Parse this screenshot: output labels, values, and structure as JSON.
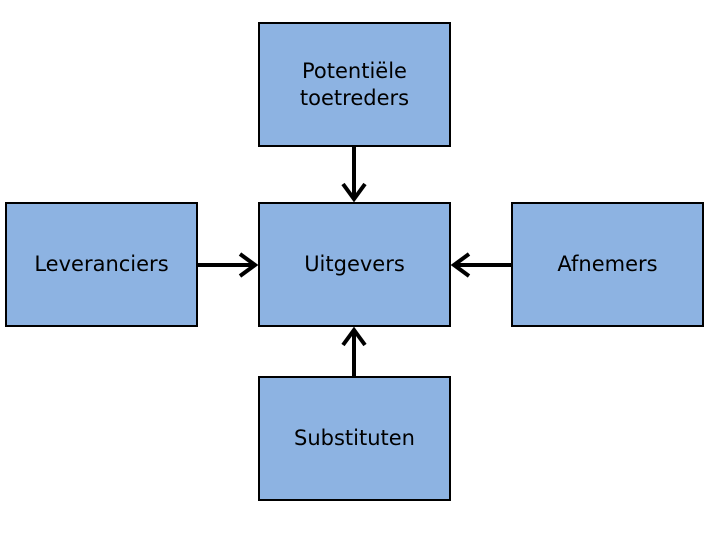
{
  "nodes": {
    "top": "Potentiële\ntoetreders",
    "left": "Leveranciers",
    "center": "Uitgevers",
    "right": "Afnemers",
    "bottom": "Substituten"
  },
  "colors": {
    "box_fill": "#8db3e2",
    "border": "#000000",
    "arrow": "#000000"
  },
  "edges": [
    {
      "from": "top",
      "to": "center"
    },
    {
      "from": "left",
      "to": "center"
    },
    {
      "from": "right",
      "to": "center"
    },
    {
      "from": "bottom",
      "to": "center"
    }
  ]
}
